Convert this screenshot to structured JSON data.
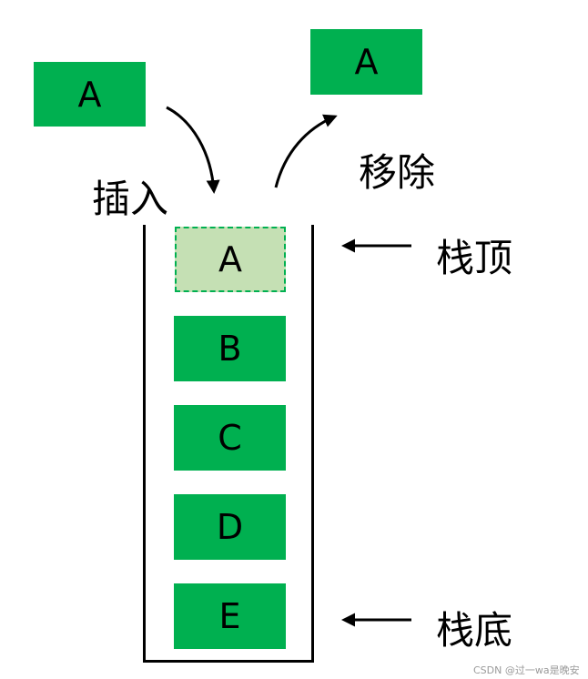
{
  "incoming": {
    "label": "A"
  },
  "removed": {
    "label": "A"
  },
  "actions": {
    "insert": "插入",
    "remove": "移除"
  },
  "stack": {
    "items": [
      {
        "label": "A",
        "state": "top-dashed"
      },
      {
        "label": "B"
      },
      {
        "label": "C"
      },
      {
        "label": "D"
      },
      {
        "label": "E"
      }
    ],
    "top_label": "栈顶",
    "bottom_label": "栈底"
  },
  "colors": {
    "green": "#00b050",
    "light_green": "#c5e0b4"
  },
  "watermark": "CSDN @过一wa是晚安"
}
